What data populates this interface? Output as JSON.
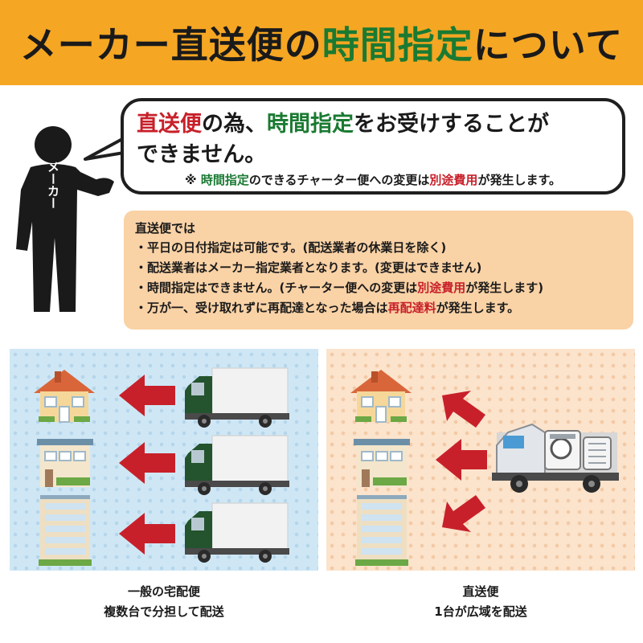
{
  "header": {
    "title_part1": "メーカー直送便の",
    "title_highlight": "時間指定",
    "title_part2": "について"
  },
  "person": {
    "label": "メーカー"
  },
  "bubble": {
    "line1_red": "直送便",
    "line1_a": "の為、",
    "line1_green": "時間指定",
    "line1_b": "をお受けすることが",
    "line2": "できません。",
    "note_mark": "※ ",
    "note_green": "時間指定",
    "note_a": "のできるチャーター便への変更は",
    "note_red": "別途費用",
    "note_b": "が発生します。"
  },
  "info": {
    "heading": "直送便では",
    "item1": "・平日の日付指定は可能です。(配送業者の休業日を除く)",
    "item2": "・配送業者はメーカー指定業者となります。(変更はできません)",
    "item3_a": "・時間指定はできません。(チャーター便への変更は",
    "item3_red": "別途費用",
    "item3_b": "が発生します)",
    "item4_a": "・万が一、受け取れずに再配達となった場合は",
    "item4_red": "再配達料",
    "item4_b": "が発生します。"
  },
  "captions": {
    "left_line1": "一般の宅配便",
    "left_line2": "複数台で分担して配送",
    "right_line1": "直送便",
    "right_line2": "1台が広域を配送"
  },
  "colors": {
    "header_bg": "#f5a623",
    "accent_green": "#1a7a32",
    "accent_red": "#c8202a",
    "info_bg": "#f9d2a6",
    "left_panel_bg": "#cfe7f5",
    "right_panel_bg": "#fbe3cc"
  },
  "icons": [
    "person-silhouette-icon",
    "house-icon",
    "apartment-icon",
    "tower-building-icon",
    "truck-icon",
    "arrow-icon",
    "generator-machine-icon"
  ]
}
